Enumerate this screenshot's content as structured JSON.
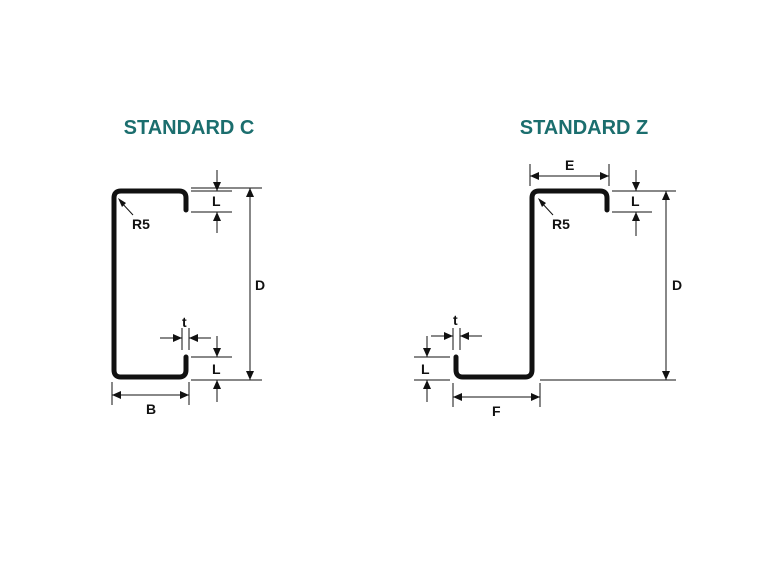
{
  "standard_c": {
    "title": "STANDARD C",
    "radius_label": "R5",
    "lip_label_top": "L",
    "lip_label_bottom": "L",
    "depth_label": "D",
    "flange_label": "B",
    "thickness_label": "t"
  },
  "standard_z": {
    "title": "STANDARD Z",
    "radius_label": "R5",
    "top_flange_label": "E",
    "lip_label_top": "L",
    "lip_label_bottom": "L",
    "depth_label": "D",
    "bottom_flange_label": "F",
    "thickness_label": "t"
  },
  "colors": {
    "title": "#1b6e6e",
    "profile": "#111111"
  }
}
